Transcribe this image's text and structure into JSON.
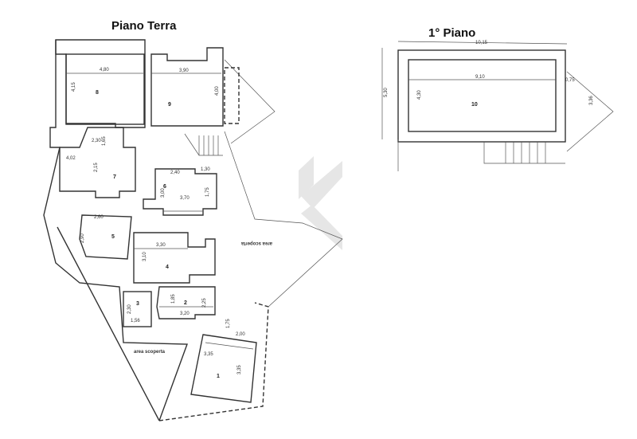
{
  "titles": {
    "ground_floor": "Piano Terra",
    "first_floor": "1° Piano"
  },
  "rooms": [
    "1",
    "2",
    "3",
    "4",
    "5",
    "6",
    "7",
    "8",
    "9",
    "10"
  ],
  "dimensions": [
    "4,80",
    "4,15",
    "3,90",
    "4,00",
    "2,30",
    "1,65",
    "4,02",
    "2,15",
    "2,40",
    "1,30",
    "3,00",
    "3,70",
    "1,75",
    "2,60",
    "2,90",
    "3,30",
    "3,10",
    "1,85",
    "3,20",
    "2,25",
    "2,30",
    "1,56",
    "1,75",
    "2,00",
    "3,35",
    "3,35",
    "10,15",
    "5,30",
    "9,10",
    "4,30",
    "0,75",
    "3,36"
  ],
  "labels": {
    "outdoor_area": "area scoperta",
    "outdoor_area_mirrored": "area scoperta"
  },
  "colors": {
    "line": "#333333",
    "watermark": "#e4e4e4"
  }
}
